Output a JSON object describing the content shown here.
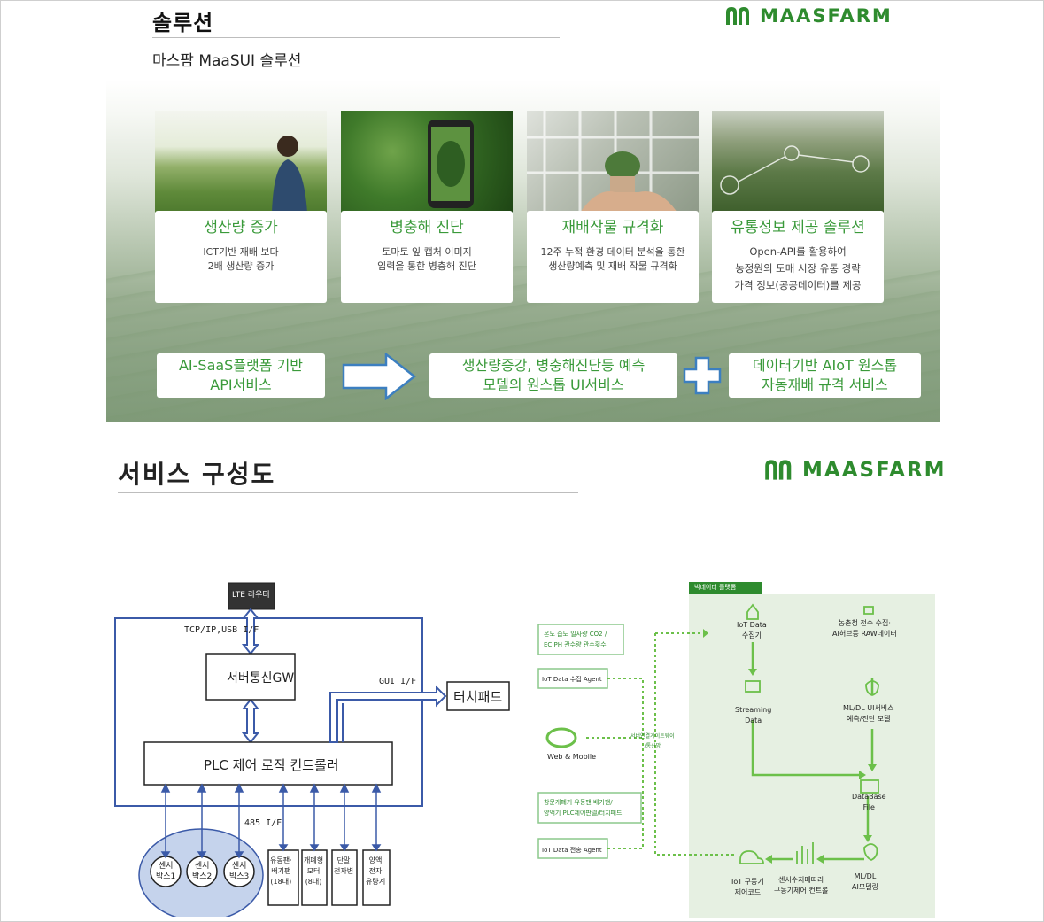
{
  "brand": {
    "logo_text": "MAASFARM",
    "color": "#2e8b2e"
  },
  "section1": {
    "title": "솔루션",
    "subtitle": "마스팜 MaaSUI 솔루션",
    "cards": [
      {
        "title": "생산량 증가",
        "desc": "ICT기반 재배 보다\n2배 생산량 증가"
      },
      {
        "title": "병충해 진단",
        "desc": "토마토 잎 캡처 이미지\n입력을 통한 병충해 진단"
      },
      {
        "title": "재배작물 규격화",
        "desc": "12주 누적 환경 데이터 분석을 통한\n생산량예측 및 재배 작물 규격화"
      },
      {
        "title": "유통정보 제공 솔루션",
        "desc": "Open-API를 활용하여\n농정원의 도매 시장 유통 경략\n가격 정보(공공데이터)를 제공"
      }
    ],
    "bottom": {
      "left": "AI-SaaS플랫폼 기반\nAPI서비스",
      "middle": "생산량증강, 병충해진단등 예측\n모델의 원스톱 UI서비스",
      "right": "데이터기반 AIoT 원스톱\n자동재배 규격 서비스"
    }
  },
  "section2": {
    "title": "서비스 구성도",
    "left_diagram": {
      "lte_router": "LTE 라우터",
      "tcpip_label": "TCP/IP,USB I/F",
      "server_gw": "서버통신GW",
      "gui_label": "GUI I/F",
      "touchpad": "터치패드",
      "plc": "PLC 제어 로직 컨트롤러",
      "rs485_label": "485 I/F",
      "sensors": [
        "센서\n박스1",
        "센서\n박스2",
        "센서\n박스3"
      ],
      "devices": [
        "유동팬·\n배기팬\n(18대)",
        "개폐형\n모터\n(8대)",
        "단말\n전자변",
        "양액\n전자\n유량계"
      ]
    },
    "right_diagram": {
      "platform_badge": "빅데이터 플랫폼",
      "sensor_box": "온도 습도 일사량 CO2 /\nEC PH 관수량 관수횟수",
      "iot_collect_agent": "IoT Data 수집 Agent",
      "web_mobile": "Web & Mobile",
      "gateway_label": "서버연결게이트웨이\n/통신망",
      "control_box": "창문개폐기 유동팬 배기팬/\n양액기 PLC제어판넬/터치패드",
      "iot_send_agent": "IoT Data 전송 Agent",
      "iot_data_collector": "IoT Data\n수집기",
      "streaming": "Streaming\nData",
      "rural_data": "농촌청 전수 수집·\nAI허브등 RAW데이터",
      "mldl_service": "ML/DL UI서비스\n예측/진단 모델",
      "database": "DataBase\nFile",
      "mldl_model": "ML/DL\nAI모델링",
      "sensor_control": "센서수치메따라\n구동기제어 컨트롤",
      "iot_driver": "IoT 구동기\n제어코드"
    }
  }
}
